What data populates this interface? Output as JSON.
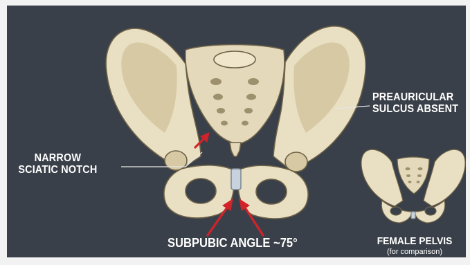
{
  "labels": {
    "narrow_line1": "NARROW",
    "narrow_line2": "SCIATIC NOTCH",
    "preauricular_line1": "PREAURICULAR",
    "preauricular_line2": "SULCUS ABSENT",
    "subpubic": "SUBPUBIC ANGLE ~75°",
    "female_title": "FEMALE PELVIS",
    "female_sub": "(for comparison)"
  },
  "colors": {
    "background": "#3a4049",
    "border": "#f2f2f2",
    "bone": "#e9dfc3",
    "bone_shade": "#cbbd98",
    "bone_outline": "#6f6348",
    "cartilage": "#c7d2dc",
    "arrow": "#d2232a",
    "leader_line": "#e6e6e6"
  }
}
